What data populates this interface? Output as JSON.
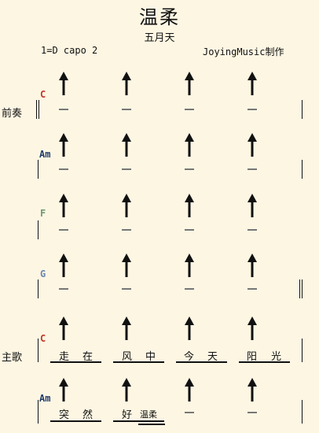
{
  "header": {
    "title": "温柔",
    "artist": "五月天",
    "key": "1=D capo 2",
    "credit": "JoyingMusic制作"
  },
  "colors": {
    "background": "#fdf6e3",
    "chord_C": "#c0392b",
    "chord_Am": "#1f3a6b",
    "chord_F": "#6f9a72",
    "chord_G": "#6b88b0"
  },
  "icons": {
    "strum": "up-arrow-icon"
  },
  "rows": [
    {
      "section": "前奏",
      "chord": "C"
    },
    {
      "section": "",
      "chord": "Am"
    },
    {
      "section": "",
      "chord": "F"
    },
    {
      "section": "",
      "chord": "G"
    },
    {
      "section": "主歌",
      "chord": "C",
      "lyrics": [
        [
          "走",
          "在"
        ],
        [
          "风",
          "中"
        ],
        [
          "今",
          "天"
        ],
        [
          "阳",
          "光"
        ]
      ]
    },
    {
      "section": "",
      "chord": "Am",
      "lyrics": [
        [
          "突",
          "然"
        ],
        [
          "好",
          "温柔"
        ]
      ]
    }
  ]
}
